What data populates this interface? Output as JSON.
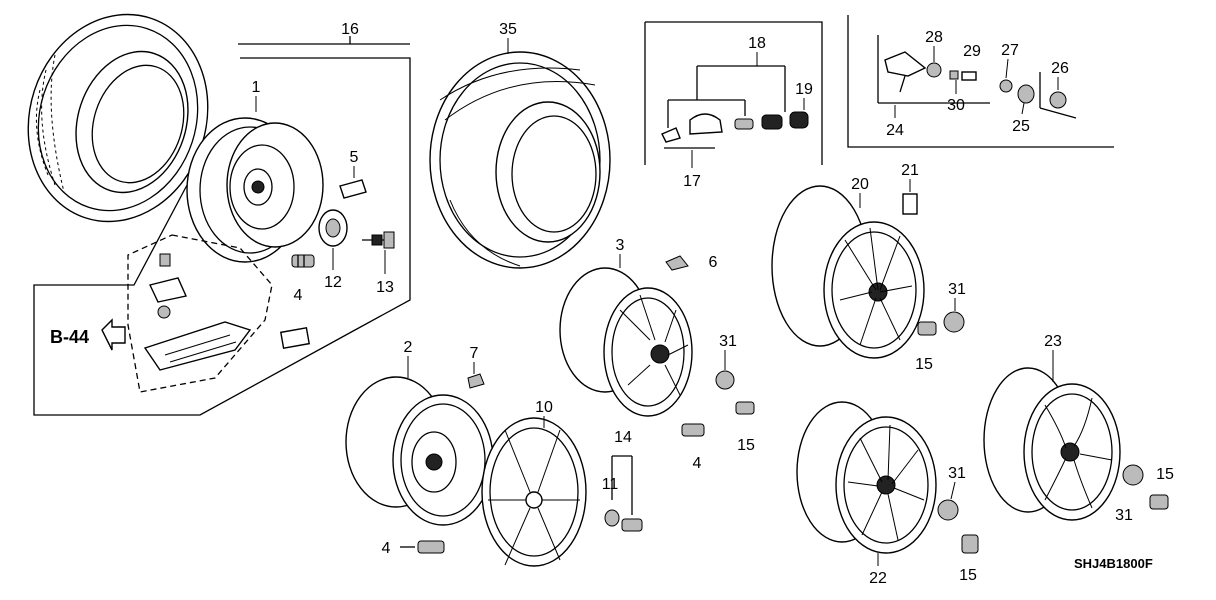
{
  "diagram": {
    "callouts": [
      "1",
      "2",
      "3",
      "4",
      "4",
      "4",
      "5",
      "6",
      "7",
      "10",
      "11",
      "12",
      "13",
      "14",
      "15",
      "15",
      "15",
      "15",
      "16",
      "17",
      "18",
      "19",
      "20",
      "21",
      "22",
      "23",
      "24",
      "25",
      "26",
      "27",
      "28",
      "29",
      "30",
      "31",
      "31",
      "31",
      "31",
      "35"
    ],
    "reference": "B-44",
    "code": "SHJ4B1800F"
  },
  "colors": {
    "line": "#000000",
    "background": "#ffffff"
  }
}
